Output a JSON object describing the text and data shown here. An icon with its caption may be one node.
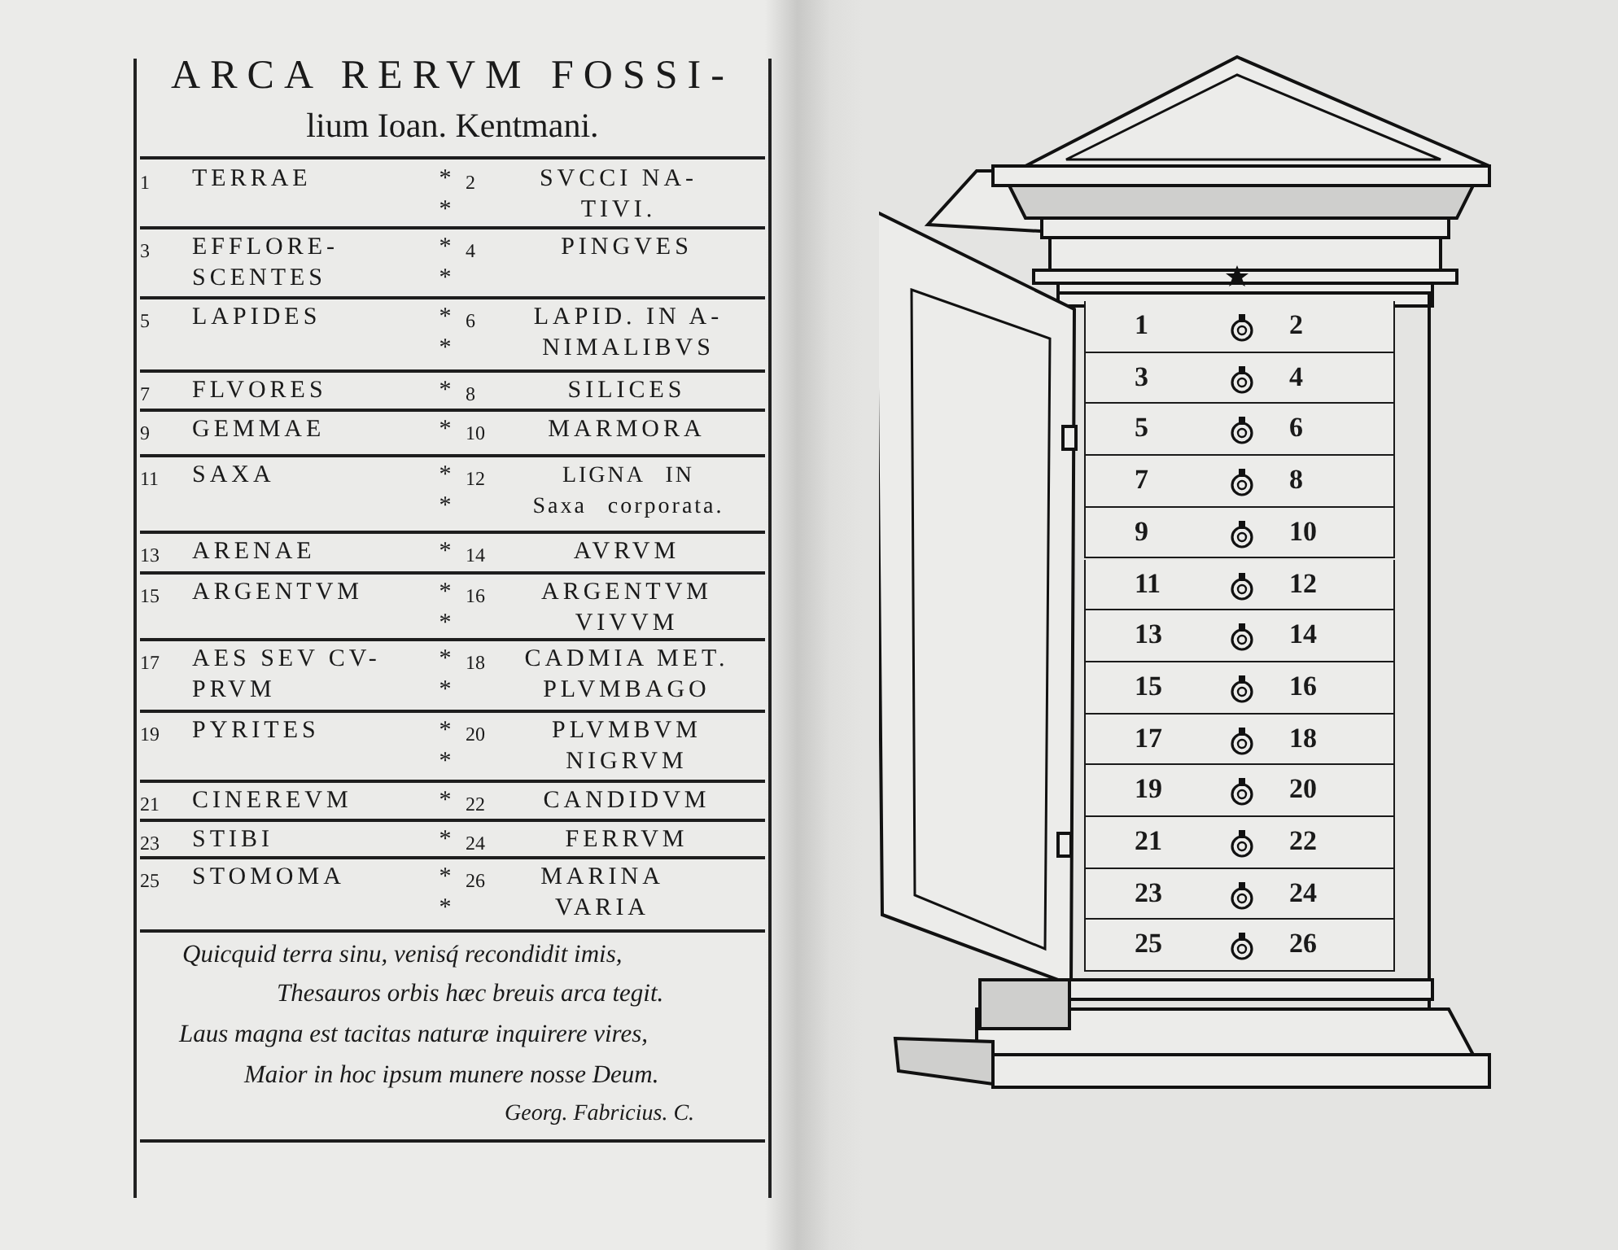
{
  "diagram": {
    "title": "ARCA RERVM FOSSI- lium Ioan. Kentmani.",
    "nodes": [
      {
        "text": [],
        "shape": "picture"
      },
      {
        "text": [
          "1",
          "2"
        ],
        "in": 0
      },
      {
        "text": [
          "3",
          "4"
        ],
        "in": 0
      },
      {
        "text": [
          "5",
          "6"
        ],
        "in": 0
      },
      {
        "text": [
          "7",
          "8"
        ],
        "in": 0
      },
      {
        "text": [
          "9",
          "10"
        ],
        "in": 0
      },
      {
        "text": [
          "11",
          "12"
        ],
        "in": 0
      },
      {
        "text": [
          "13",
          "14"
        ],
        "in": 0
      },
      {
        "text": [
          "15",
          "16"
        ],
        "in": 0
      },
      {
        "text": [
          "17",
          "18"
        ],
        "in": 0
      },
      {
        "text": [
          "19",
          "20"
        ],
        "in": 0
      },
      {
        "text": [
          "21",
          "22"
        ],
        "in": 0
      },
      {
        "text": [
          "23",
          "24"
        ],
        "in": 0
      },
      {
        "text": [
          "25",
          "26"
        ],
        "in": 0
      }
    ],
    "labels": [
      "1",
      "TERRAE",
      "* *",
      "2",
      "SVCCI NA- TIVI.",
      "3",
      "EFFLORE- SCENTES",
      "* *",
      "4",
      "PINGVES",
      "5",
      "LAPIDES",
      "* *",
      "6",
      "LAPID. IN A- NIMALIBVS",
      "7",
      "FLVORES",
      "*",
      "8",
      "SILICES",
      "9",
      "GEMMAE",
      "*",
      "10",
      "MARMORA",
      "11",
      "SAXA",
      "* *",
      "12",
      "LIGNA IN Saxa corporata.",
      "13",
      "ARENAE",
      "*",
      "14",
      "AVRVM",
      "15",
      "ARGENTVM",
      "* *",
      "16",
      "ARGENTVM VIVVM",
      "17",
      "AES SEV CV- PRVM",
      "* *",
      "18",
      "CADMIA MET. PLVMBAGO",
      "19",
      "PYRITES",
      "* *",
      "20",
      "PLVMBVM NIGRVM",
      "21",
      "CINEREVM",
      "*",
      "22",
      "CANDIDVM",
      "23",
      "STIBI",
      "*",
      "24",
      "FERRVM",
      "25",
      "STOMOMA",
      "* *",
      "26",
      "MARINA VARIA",
      "Quicquid terra sinu, venisq́ recondidit imis,",
      "Thesauros orbis hæc breuis arca tegit.",
      "Laus magna est tacitas naturæ inquirere vires,",
      "Maior in hoc ipsum munere nosse Deum.",
      "Georg. Fabricius. C."
    ]
  }
}
